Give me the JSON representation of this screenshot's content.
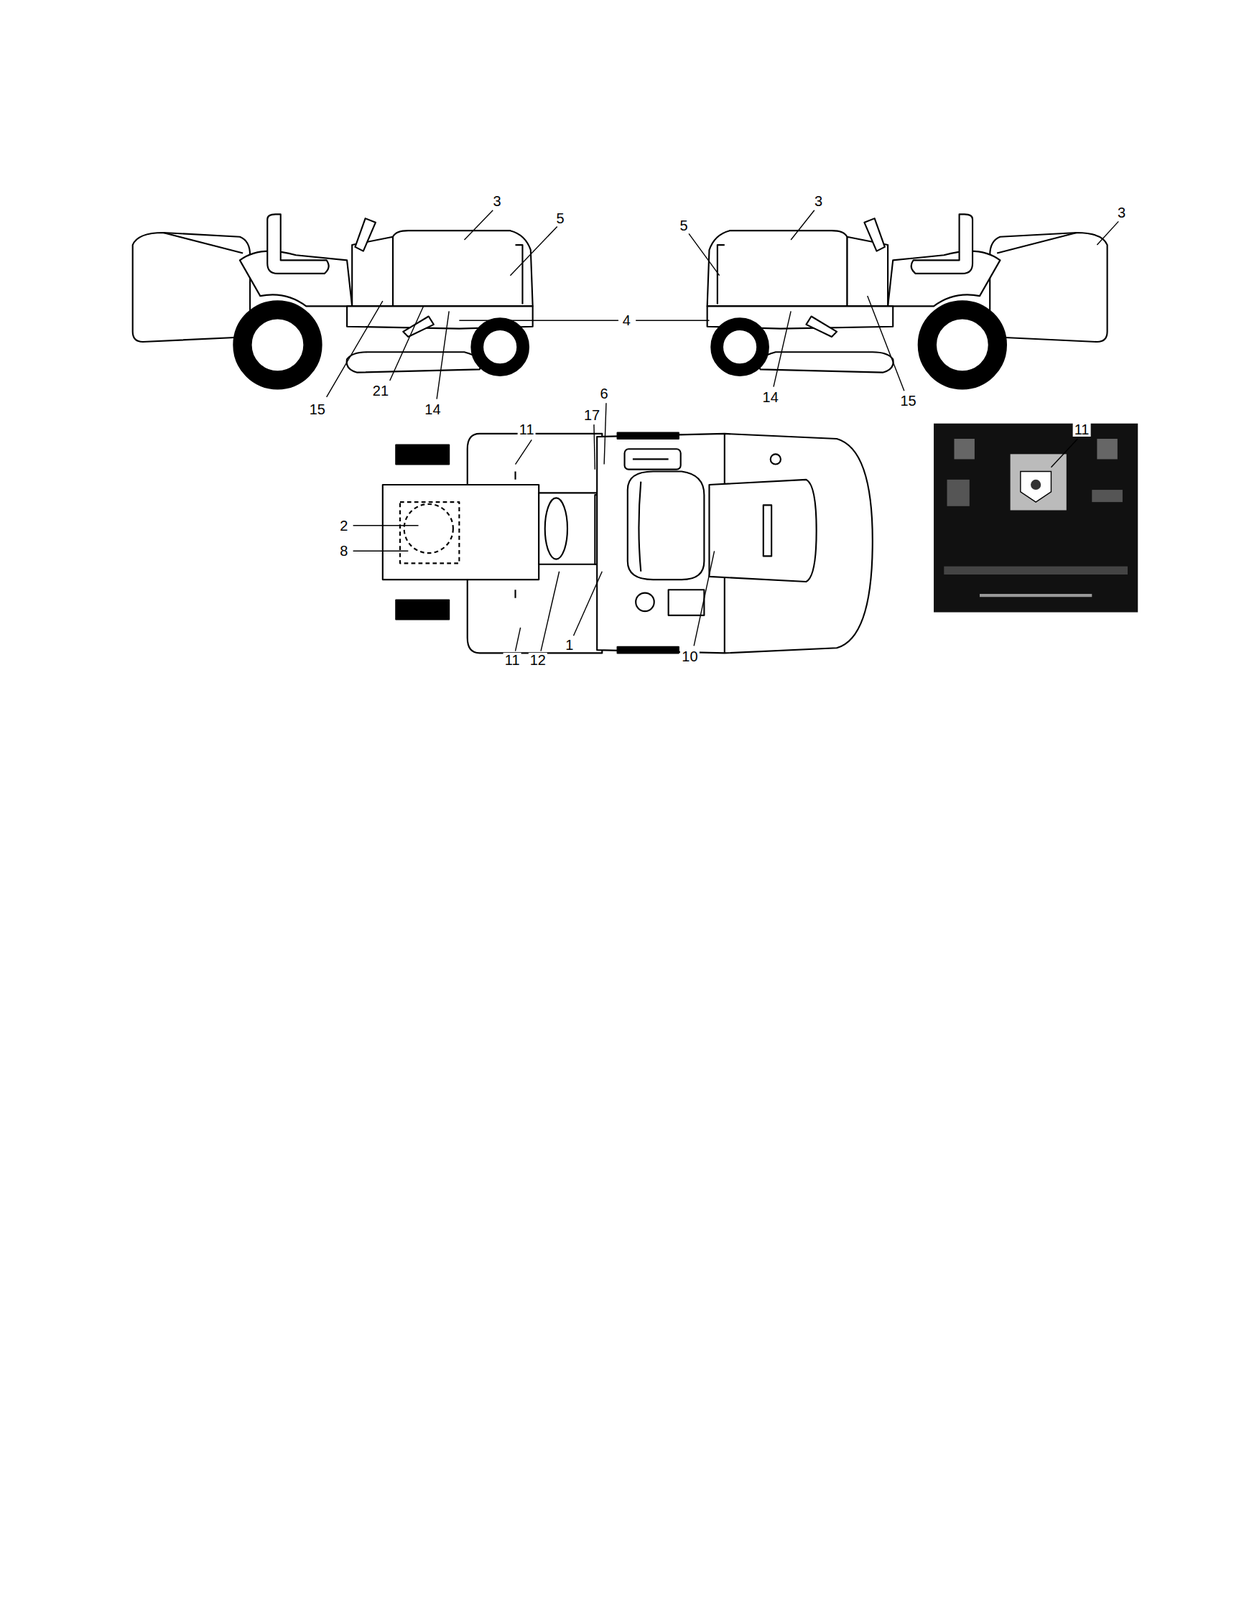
{
  "diagram": {
    "labels": [
      "3",
      "5",
      "3",
      "5",
      "3",
      "4",
      "15",
      "21",
      "14",
      "14",
      "15",
      "11",
      "17",
      "6",
      "11",
      "2",
      "8",
      "11",
      "12",
      "1",
      "10"
    ]
  }
}
